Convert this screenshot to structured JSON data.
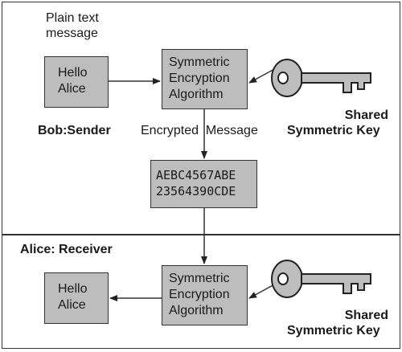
{
  "sender": {
    "plain_text_caption_line1": "Plain text",
    "plain_text_caption_line2": "message",
    "message_line1": "Hello",
    "message_line2": "Alice",
    "label": "Bob:Sender"
  },
  "encryptor": {
    "line1": "Symmetric",
    "line2": "Encryption",
    "line3": "Algorithm"
  },
  "top_key_label": {
    "line1": "Shared",
    "line2": "Symmetric Key"
  },
  "encrypted_message_label": "Encrypted  Message",
  "ciphertext": {
    "line1": "AEBC4567ABE",
    "line2": "23564390CDE"
  },
  "receiver": {
    "label": "Alice: Receiver",
    "message_line1": "Hello",
    "message_line2": "Alice"
  },
  "decryptor": {
    "line1": "Symmetric",
    "line2": "Encryption",
    "line3": "Algorithm"
  },
  "bottom_key_label": {
    "line1": "Shared",
    "line2": "Symmetric Key"
  },
  "icons": {
    "key": "key-icon",
    "arrow": "arrow-icon"
  },
  "colors": {
    "box_fill": "#bdbdbd",
    "line": "#333333"
  }
}
